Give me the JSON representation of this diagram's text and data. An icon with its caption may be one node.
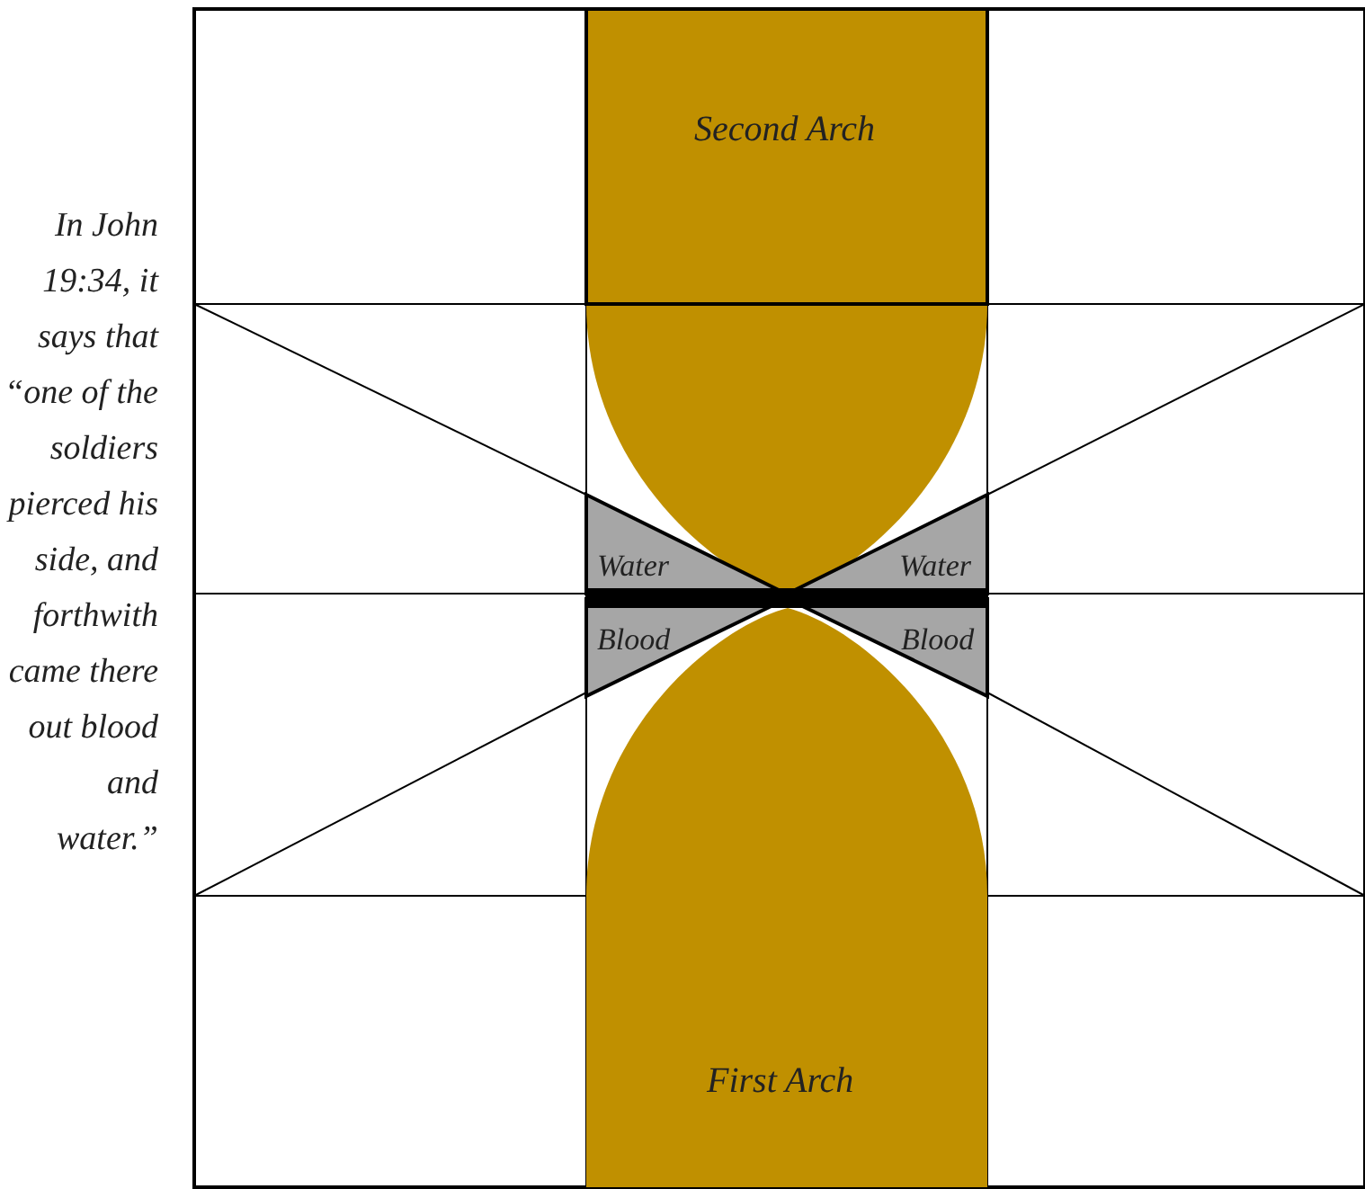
{
  "diagram": {
    "nodes": [
      {
        "text": [
          "Second Arch"
        ]
      },
      {
        "text": [
          "Water"
        ]
      },
      {
        "text": [
          "Water"
        ]
      },
      {
        "text": [
          "Blood"
        ]
      },
      {
        "text": [
          "Blood"
        ]
      },
      {
        "text": [
          "First Arch"
        ]
      }
    ],
    "labels": [
      "In John 19:34, it says that “one of the soldiers pierced his side, and forthwith came there out blood and water.”"
    ]
  }
}
